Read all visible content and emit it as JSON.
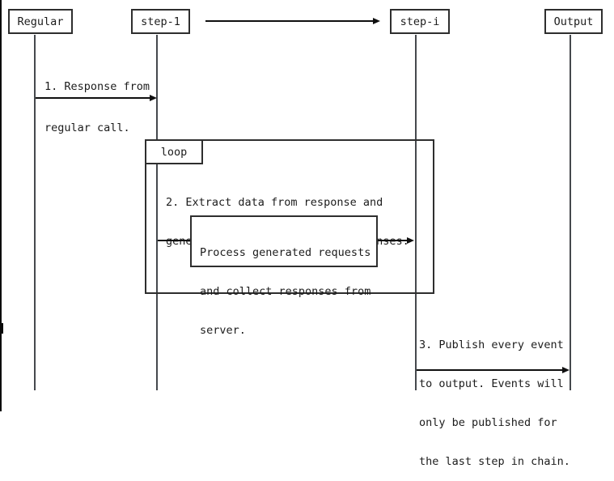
{
  "participants": [
    {
      "label": "Regular"
    },
    {
      "label": "step-1"
    },
    {
      "label": "step-i"
    },
    {
      "label": "Output"
    }
  ],
  "loop": {
    "label": "loop"
  },
  "message1": {
    "line1": "1. Response from",
    "line2": "regular call."
  },
  "note2": {
    "line1": "2. Extract data from response and",
    "line2": "generate new requests from responses."
  },
  "process_box": {
    "line1": "Process generated requests",
    "line2": "and collect responses from",
    "line3": "server."
  },
  "message3": {
    "line1": "3. Publish every event",
    "line2": "to output. Events will",
    "line3": "only be published for",
    "line4": "the last step in chain."
  },
  "colors": {
    "stroke": "#2e2e2e",
    "arrow": "#101010",
    "text": "#1c1c1c",
    "background": "#ffffff"
  }
}
